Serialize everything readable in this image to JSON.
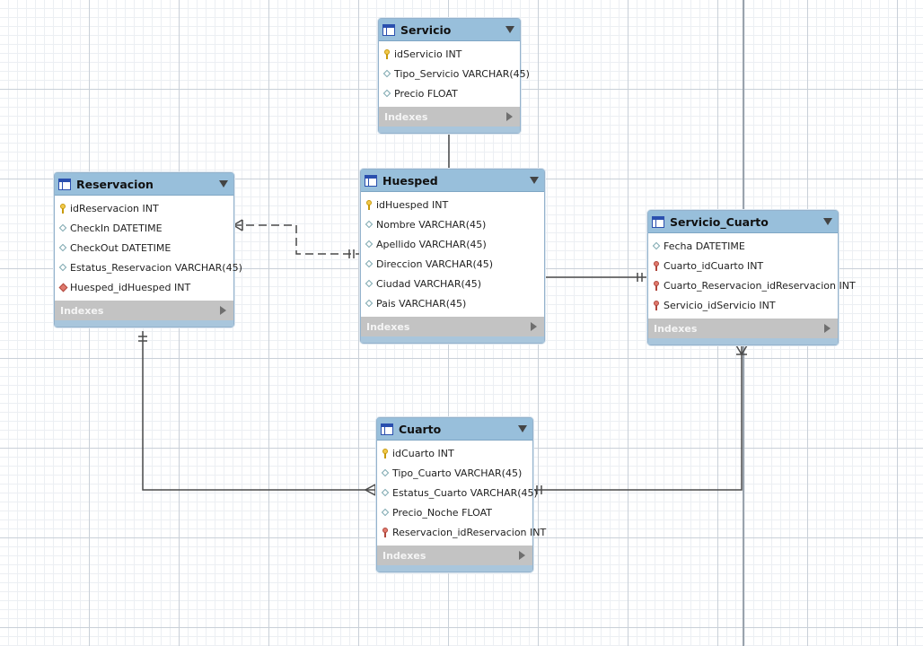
{
  "diagram": {
    "entities": {
      "servicio": {
        "name": "Servicio",
        "columns": [
          {
            "text": "idServicio INT",
            "kind": "pk"
          },
          {
            "text": "Tipo_Servicio VARCHAR(45)",
            "kind": "attr"
          },
          {
            "text": "Precio FLOAT",
            "kind": "attr"
          }
        ],
        "indexes_label": "Indexes"
      },
      "reservacion": {
        "name": "Reservacion",
        "columns": [
          {
            "text": "idReservacion INT",
            "kind": "pk"
          },
          {
            "text": "CheckIn DATETIME",
            "kind": "attr"
          },
          {
            "text": "CheckOut DATETIME",
            "kind": "attr"
          },
          {
            "text": "Estatus_Reservacion VARCHAR(45)",
            "kind": "attr"
          },
          {
            "text": "Huesped_idHuesped INT",
            "kind": "fk-attr"
          }
        ],
        "indexes_label": "Indexes"
      },
      "huesped": {
        "name": "Huesped",
        "columns": [
          {
            "text": "idHuesped INT",
            "kind": "pk"
          },
          {
            "text": "Nombre VARCHAR(45)",
            "kind": "attr"
          },
          {
            "text": "Apellido VARCHAR(45)",
            "kind": "attr"
          },
          {
            "text": "Direccion VARCHAR(45)",
            "kind": "attr"
          },
          {
            "text": "Ciudad VARCHAR(45)",
            "kind": "attr"
          },
          {
            "text": "Pais VARCHAR(45)",
            "kind": "attr"
          }
        ],
        "indexes_label": "Indexes"
      },
      "servicio_cuarto": {
        "name": "Servicio_Cuarto",
        "columns": [
          {
            "text": "Fecha DATETIME",
            "kind": "attr"
          },
          {
            "text": "Cuarto_idCuarto INT",
            "kind": "fk"
          },
          {
            "text": "Cuarto_Reservacion_idReservacion INT",
            "kind": "fk"
          },
          {
            "text": "Servicio_idServicio INT",
            "kind": "fk"
          }
        ],
        "indexes_label": "Indexes"
      },
      "cuarto": {
        "name": "Cuarto",
        "columns": [
          {
            "text": "idCuarto INT",
            "kind": "pk"
          },
          {
            "text": "Tipo_Cuarto VARCHAR(45)",
            "kind": "attr"
          },
          {
            "text": "Estatus_Cuarto VARCHAR(45)",
            "kind": "attr"
          },
          {
            "text": "Precio_Noche FLOAT",
            "kind": "attr"
          },
          {
            "text": "Reservacion_idReservacion INT",
            "kind": "fk"
          }
        ],
        "indexes_label": "Indexes"
      }
    },
    "relationships": [
      {
        "from": "Servicio",
        "to": "Huesped",
        "style": "solid",
        "from_end": "one",
        "to_end": "none"
      },
      {
        "from": "Huesped",
        "to": "Reservacion",
        "style": "dashed",
        "from_end": "one",
        "to_end": "many"
      },
      {
        "from": "Huesped",
        "to": "Servicio_Cuarto",
        "style": "solid",
        "from_end": "none",
        "to_end": "one"
      },
      {
        "from": "Reservacion",
        "to": "Cuarto",
        "style": "solid",
        "from_end": "one",
        "to_end": "many"
      },
      {
        "from": "Cuarto",
        "to": "Servicio_Cuarto",
        "style": "solid",
        "from_end": "one",
        "to_end": "many"
      }
    ]
  },
  "colors": {
    "header": "#98bfdb",
    "indexes_bar": "#c3c3c3",
    "connector": "#4a4a4a",
    "primary_key": "#f2c94c",
    "foreign_key": "#e07a6e"
  }
}
